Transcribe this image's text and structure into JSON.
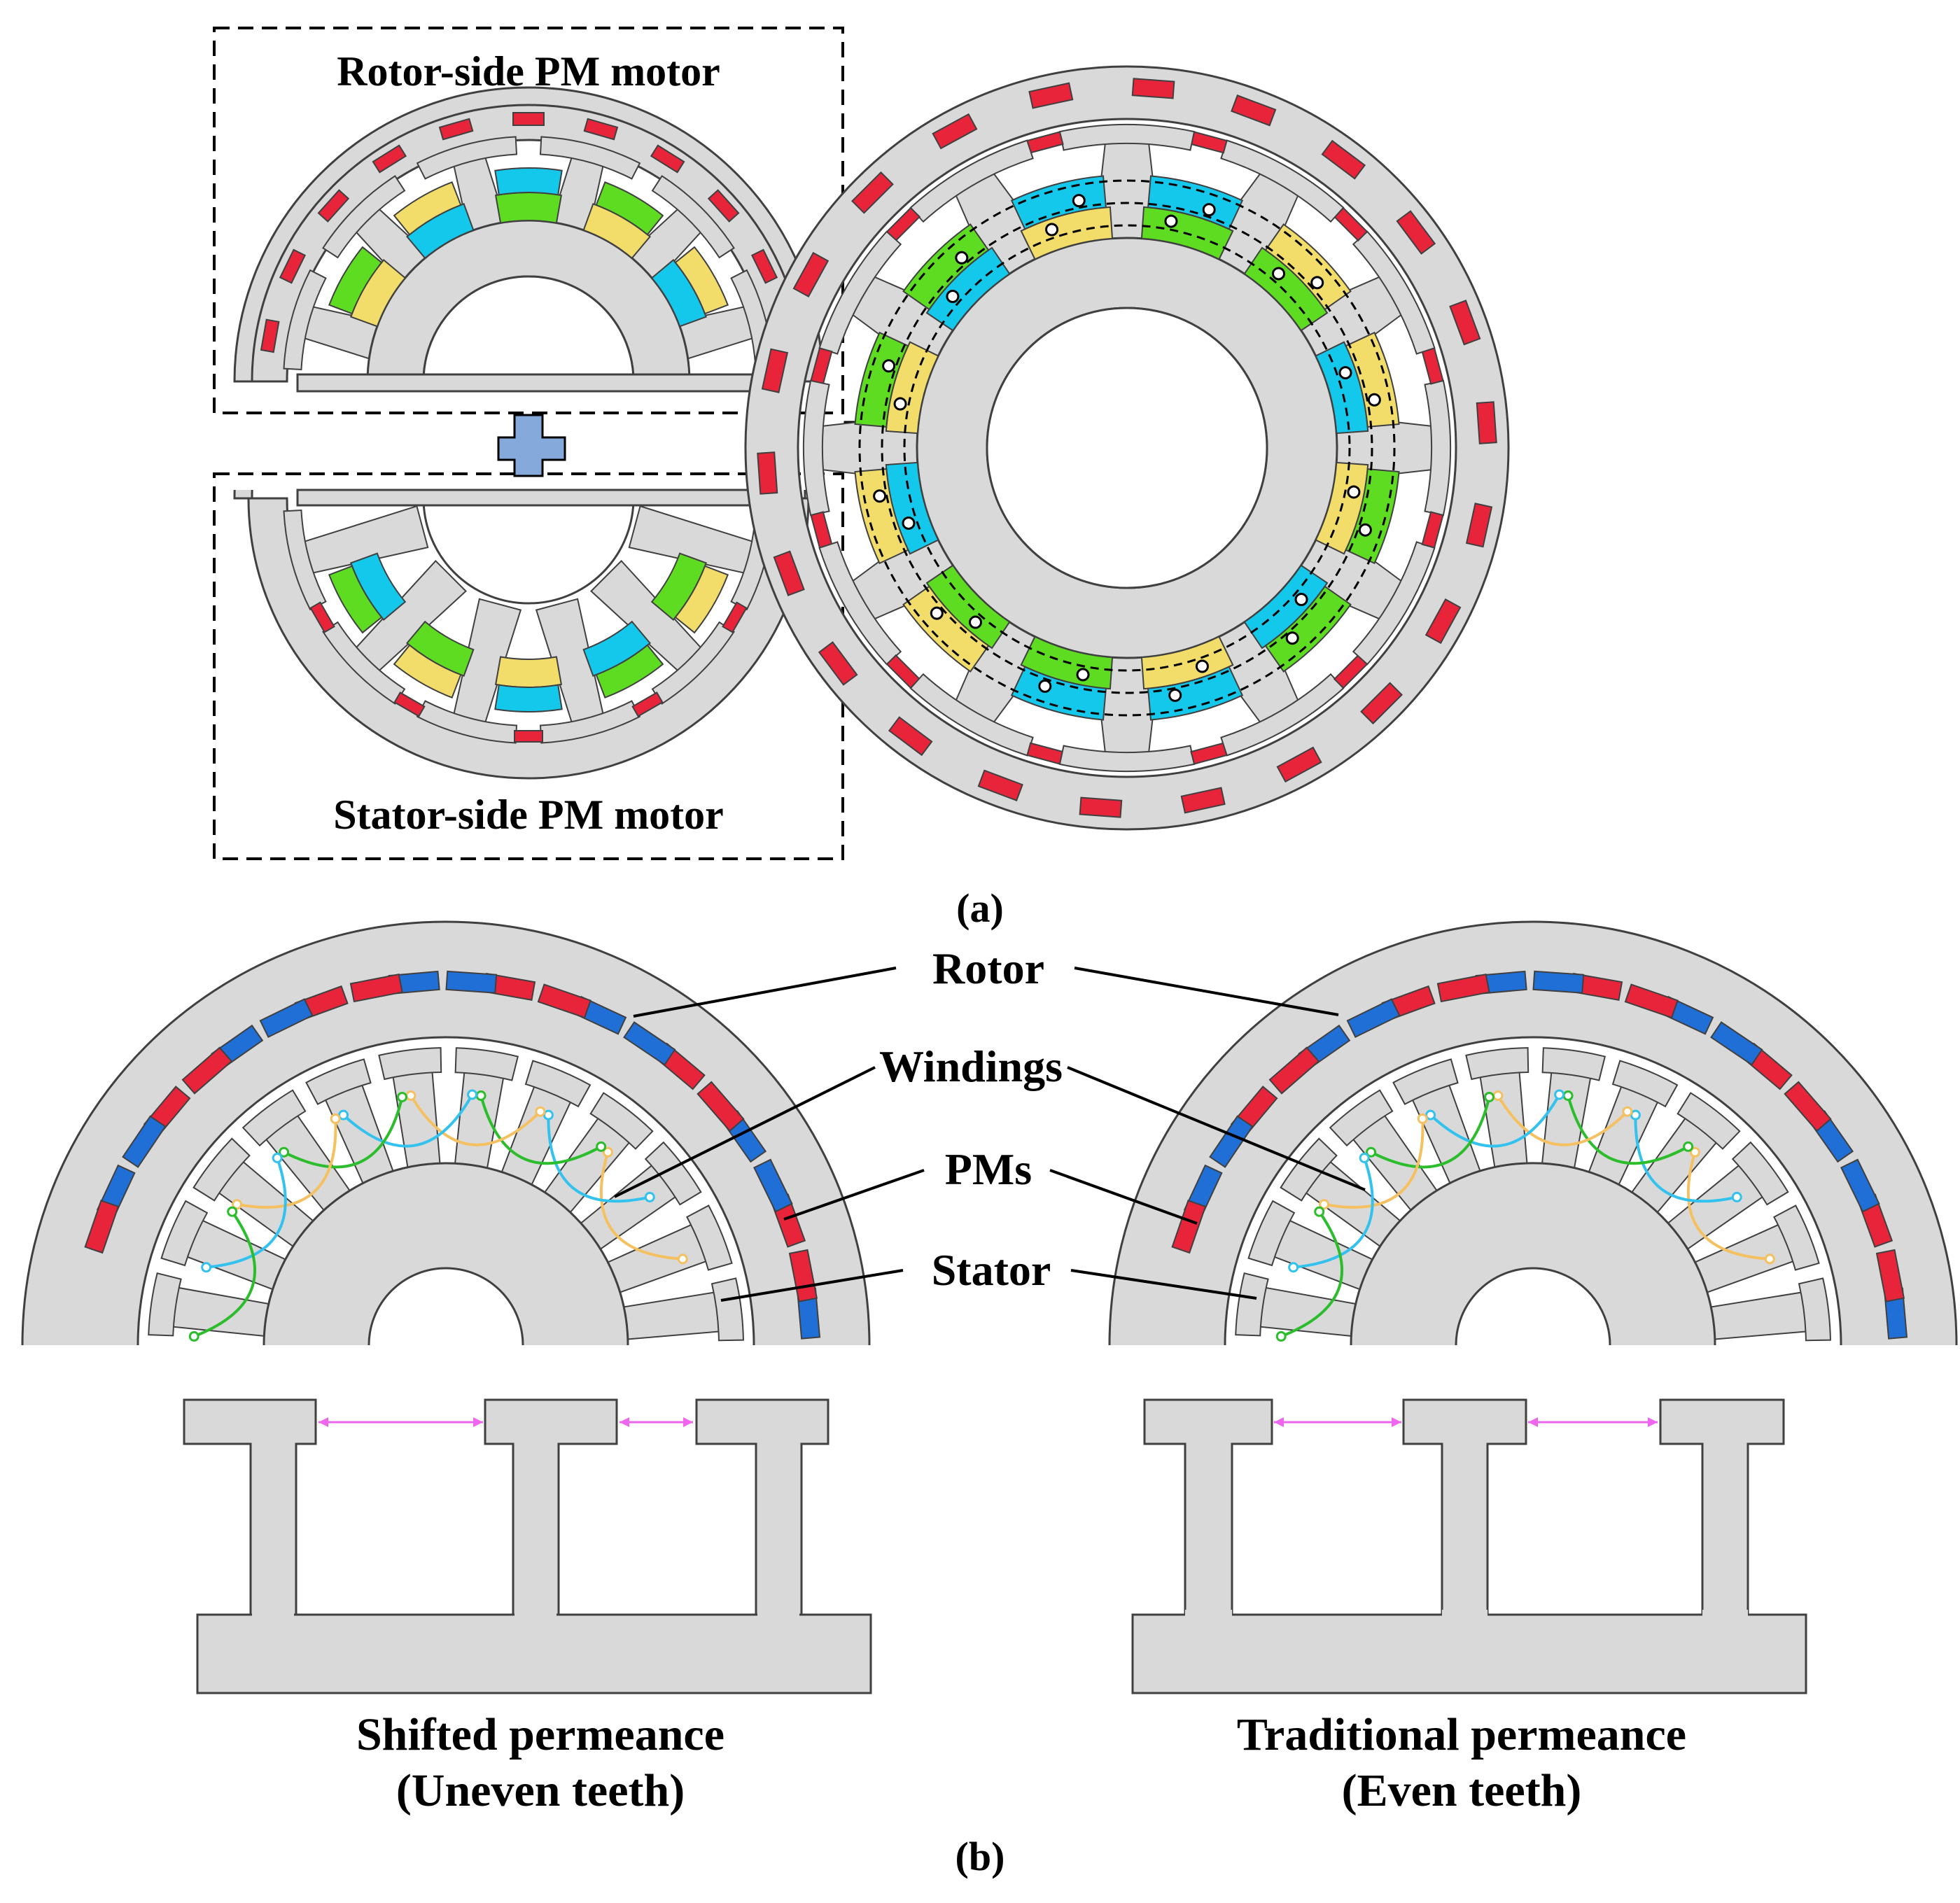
{
  "panel_a": {
    "caption": "(a)",
    "rotor_side_title": "Rotor-side PM motor",
    "stator_side_title": "Stator-side PM motor"
  },
  "panel_b": {
    "caption": "(b)",
    "labels": {
      "rotor": "Rotor",
      "windings": "Windings",
      "pms": "PMs",
      "stator": "Stator"
    },
    "shifted_title_line1": "Shifted permeance",
    "shifted_title_line2": "(Uneven teeth)",
    "traditional_title_line1": "Traditional permeance",
    "traditional_title_line2": "(Even teeth)"
  },
  "colors": {
    "iron": "#d9d9d9",
    "outline": "#404040",
    "pm_red": "#e8243a",
    "pm_blue": "#1f6fd6",
    "coil_yellow": "#f2dc6a",
    "coil_green": "#5ddc22",
    "coil_cyan": "#14c8ec",
    "wire_yellow": "#f5c060",
    "wire_green": "#2bbd2b",
    "wire_cyan": "#33c2ee",
    "arrow_fill": "#86a9dc",
    "dimension_arrow": "#ee66ee"
  }
}
